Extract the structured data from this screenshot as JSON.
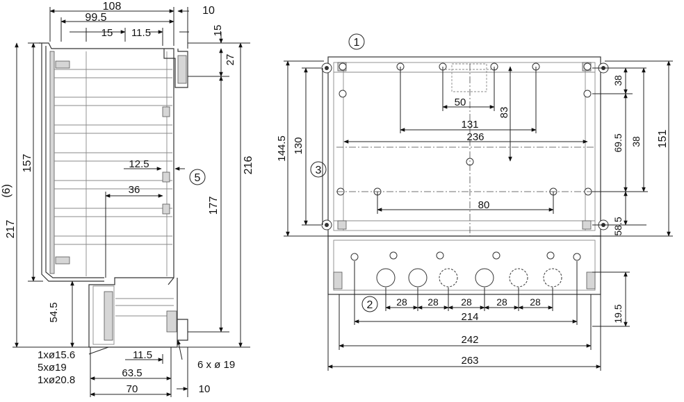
{
  "drawing": {
    "side_view": {
      "width_total": "108",
      "width_inner": "99.5",
      "offset_a": "15",
      "offset_b": "11.5",
      "right_offset": "10",
      "top_offset": "15",
      "lid_height": "27",
      "body_height": "157",
      "inner_height": "177",
      "total_height_right": "216",
      "total_height_left": "217",
      "pos6": "(6)",
      "pos5": "5",
      "dim_12_5": "12.5",
      "dim_36": "36",
      "dim_54_5": "54.5",
      "bottom_11_5": "11.5",
      "bottom_63_5": "63.5",
      "bottom_70": "70",
      "bottom_10": "10",
      "holes_1": "1xø15.6",
      "holes_5": "5xø19",
      "holes_1b": "1xø20.8",
      "holes_6": "6 x ø 19"
    },
    "front_view": {
      "pos1": "1",
      "pos2": "2",
      "pos3": "3",
      "dim_144_5": "144.5",
      "dim_130": "130",
      "dim_50": "50",
      "dim_83": "83",
      "dim_131": "131",
      "dim_236": "236",
      "dim_80": "80",
      "dim_38_top": "38",
      "dim_69_5": "69.5",
      "dim_38_mid": "38",
      "dim_58_5": "58.5",
      "dim_151": "151",
      "dim_28_1": "28",
      "dim_28_2": "28",
      "dim_28_3": "28",
      "dim_28_4": "28",
      "dim_28_5": "28",
      "dim_214": "214",
      "dim_19_5": "19.5",
      "dim_242": "242",
      "dim_263": "263"
    }
  }
}
